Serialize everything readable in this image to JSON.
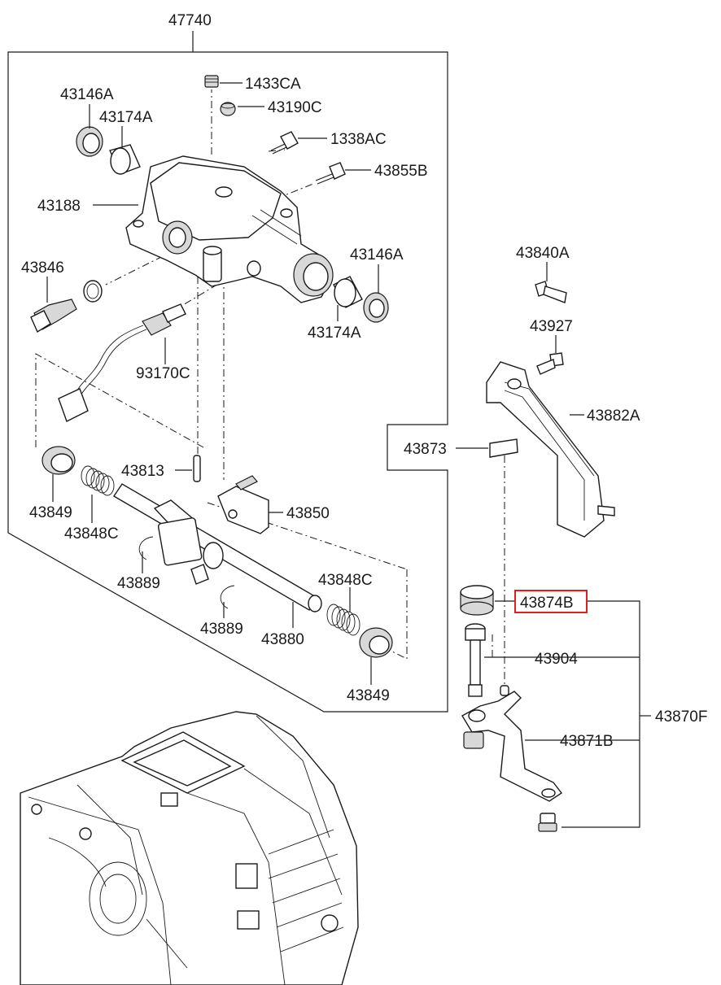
{
  "diagram": {
    "highlight_color": "#e02020",
    "labels": {
      "assembly_top": "47740",
      "p1433CA": "1433CA",
      "p43190C": "43190C",
      "p1338AC": "1338AC",
      "p43855B": "43855B",
      "p43146A_left": "43146A",
      "p43174A_left": "43174A",
      "p43188": "43188",
      "p43846": "43846",
      "p43146A_right": "43146A",
      "p43174A_right": "43174A",
      "p93170C": "93170C",
      "p43840A": "43840A",
      "p43927": "43927",
      "p43882A": "43882A",
      "p43873": "43873",
      "p43813": "43813",
      "p43850": "43850",
      "p43849_left": "43849",
      "p43848C_left": "43848C",
      "p43889_left": "43889",
      "p43848C_right": "43848C",
      "p43889_right": "43889",
      "p43880": "43880",
      "p43849_right": "43849",
      "p43874B": "43874B",
      "p43904": "43904",
      "p43870F": "43870F",
      "p43871B": "43871B"
    },
    "icons": [
      "bolt-icon",
      "plug-icon",
      "bushing-icon",
      "oil-seal-icon",
      "spring-icon",
      "snap-ring-icon",
      "sensor-icon",
      "housing-icon",
      "shaft-icon",
      "lever-icon",
      "transmission-case-icon"
    ]
  }
}
